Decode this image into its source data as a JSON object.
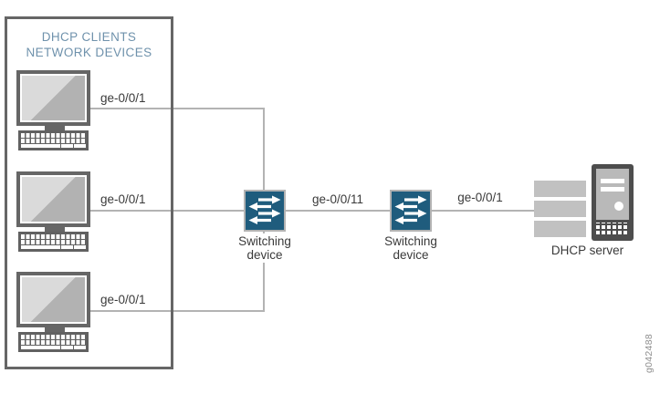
{
  "clients_box": {
    "title_line1": "DHCP CLIENTS",
    "title_line2": "NETWORK DEVICES",
    "clients": [
      {
        "port_label": "ge-0/0/1"
      },
      {
        "port_label": "ge-0/0/1"
      },
      {
        "port_label": "ge-0/0/1"
      }
    ]
  },
  "switches": [
    {
      "label_line1": "Switching",
      "label_line2": "device"
    },
    {
      "label_line1": "Switching",
      "label_line2": "device"
    }
  ],
  "links": {
    "switch_to_switch": "ge-0/0/11",
    "switch_to_server": "ge-0/0/1"
  },
  "server": {
    "label": "DHCP server"
  },
  "figure_id": "g042488",
  "icons": {
    "switch": "switch-exchange-arrows-icon",
    "client": "desktop-computer-icon",
    "server": "tower-server-icon"
  },
  "colors": {
    "switch_blue": "#1f5c7d",
    "title_blue": "#6f92ac",
    "line_gray": "#b3b3b3",
    "frame_gray": "#666666",
    "server_dark": "#4d4d4d",
    "server_light": "#c1c1c1",
    "label_text": "#3a3a3a"
  }
}
